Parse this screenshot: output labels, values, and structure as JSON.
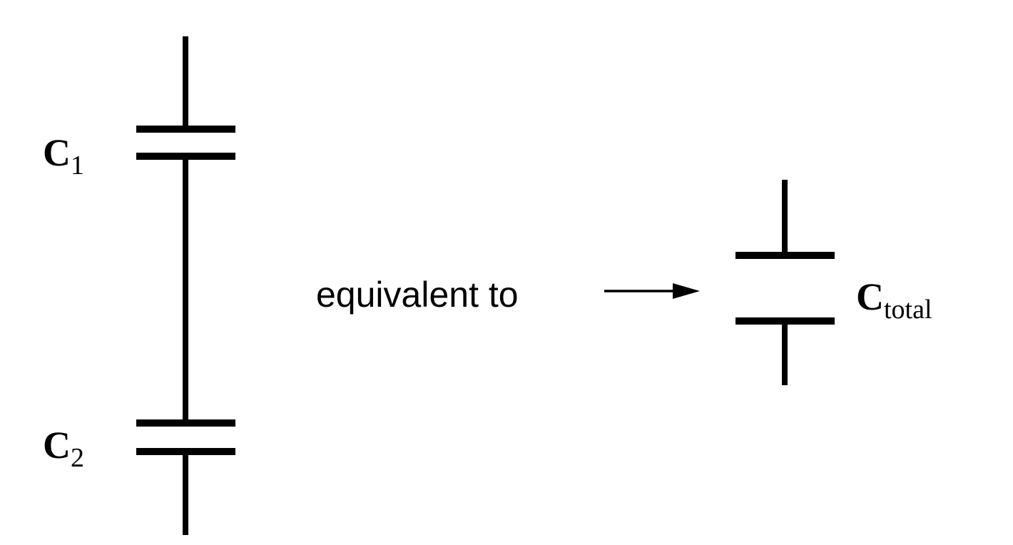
{
  "series_circuit": {
    "c1": {
      "main": "C",
      "sub": "1"
    },
    "c2": {
      "main": "C",
      "sub": "2"
    }
  },
  "equivalence": {
    "caption": "equivalent to"
  },
  "equivalent_circuit": {
    "label": {
      "main": "C",
      "sub": "total"
    }
  },
  "colors": {
    "ink": "#000000",
    "background": "#ffffff"
  }
}
